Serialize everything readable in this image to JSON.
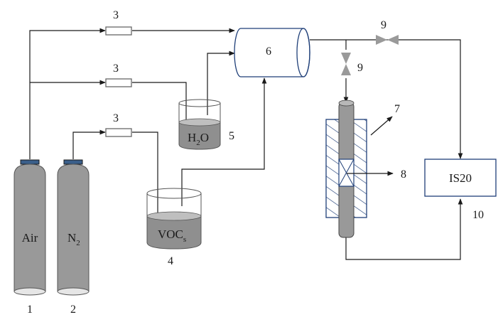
{
  "cylinders": {
    "air": {
      "label": "Air",
      "number": "1"
    },
    "n2": {
      "label": "N",
      "sub": "2",
      "number": "2"
    }
  },
  "flowmeters": {
    "number": "3"
  },
  "vocs_vessel": {
    "label": "VOC",
    "sub": "s",
    "number": "4"
  },
  "water_vessel": {
    "label": "H",
    "sub": "2",
    "label_tail": "O",
    "number": "5"
  },
  "mixing_chamber": {
    "number": "6"
  },
  "reactor": {
    "number": "7"
  },
  "thermocouple": {
    "number": "8"
  },
  "valves": {
    "number": "9"
  },
  "analyzer": {
    "label": "IS20",
    "number": "10"
  },
  "colors": {
    "cylinder_gray": "#999999",
    "liquid_gray": "#8f8f8f",
    "cap_blue": "#3a5f8a",
    "insulation_blue": "#1f3f78",
    "line": "#1a1a1a"
  }
}
